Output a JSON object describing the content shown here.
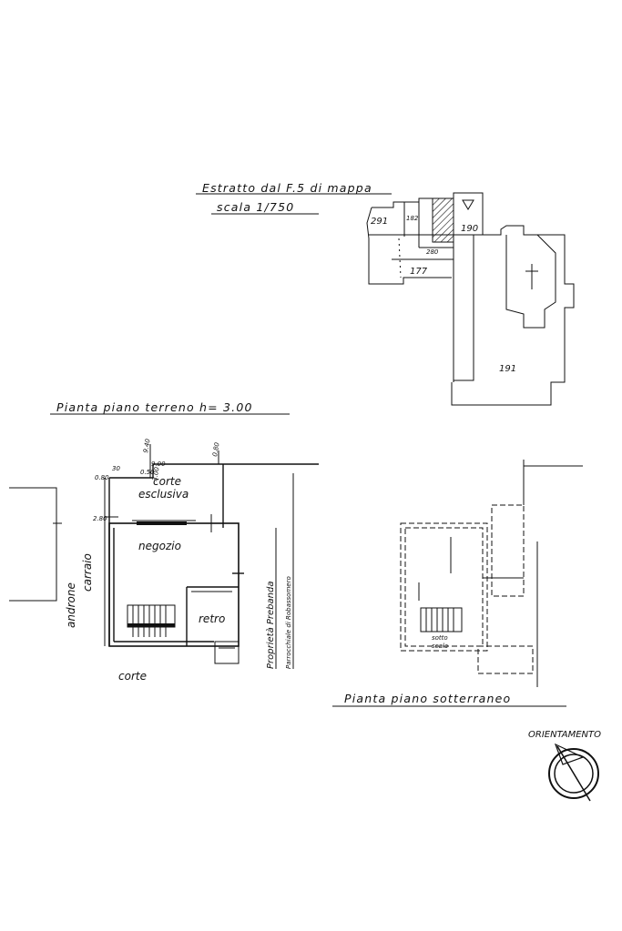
{
  "cadastral": {
    "title": "Estratto dal F.5 di mappa",
    "scale": "scala 1/750",
    "parcels": [
      "291",
      "182",
      "190",
      "280",
      "177",
      "191"
    ],
    "triangle_label": "Δ"
  },
  "ground_floor": {
    "title": "Pianta piano terreno h= 3.00",
    "rooms": {
      "corte_esclusiva_1": "corte",
      "corte_esclusiva_2": "esclusiva",
      "negozio": "negozio",
      "retro": "retro",
      "corte": "corte"
    },
    "androne_1": "androne",
    "androne_2": "carraio",
    "neighbour_1": "Proprietà Prebanda",
    "neighbour_2": "Parrocchiale di Robassomero",
    "dims": [
      "9.40",
      "0.80",
      "0.80",
      "0.50",
      "2.80",
      "3.00",
      "9.00",
      "30"
    ]
  },
  "basement": {
    "title": "Pianta piano sotterraneo",
    "room_1": "sotto",
    "room_2": "scala"
  },
  "orientation": {
    "label": "ORIENTAMENTO"
  }
}
